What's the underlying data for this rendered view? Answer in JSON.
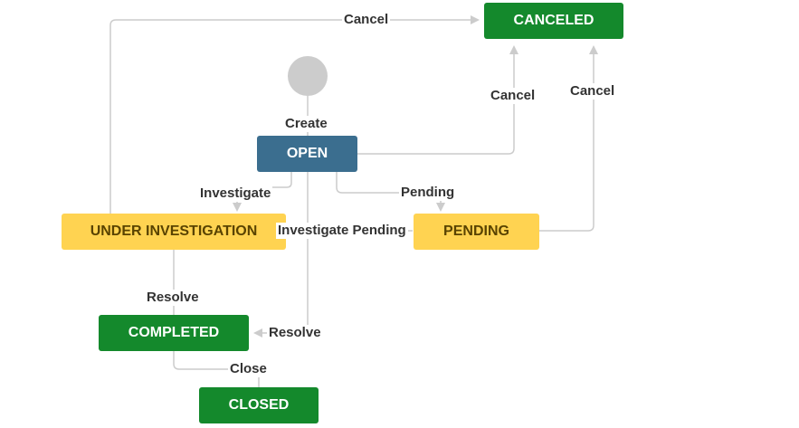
{
  "colors": {
    "done": "#14892c",
    "todo": "#3b6e8f",
    "progress": "#ffd351",
    "progress_text": "#594300",
    "line": "#cccccc",
    "start_node": "#cccccc"
  },
  "statuses": {
    "canceled": "CANCELED",
    "open": "OPEN",
    "under_investigation": "UNDER INVESTIGATION",
    "pending": "PENDING",
    "completed": "COMPLETED",
    "closed": "CLOSED"
  },
  "transitions": {
    "cancel_top": "Cancel",
    "create": "Create",
    "cancel_from_open": "Cancel",
    "cancel_from_pending": "Cancel",
    "investigate": "Investigate",
    "pending": "Pending",
    "investigate_pending": "Investigate Pending",
    "resolve_left": "Resolve",
    "resolve_right": "Resolve",
    "close": "Close"
  }
}
